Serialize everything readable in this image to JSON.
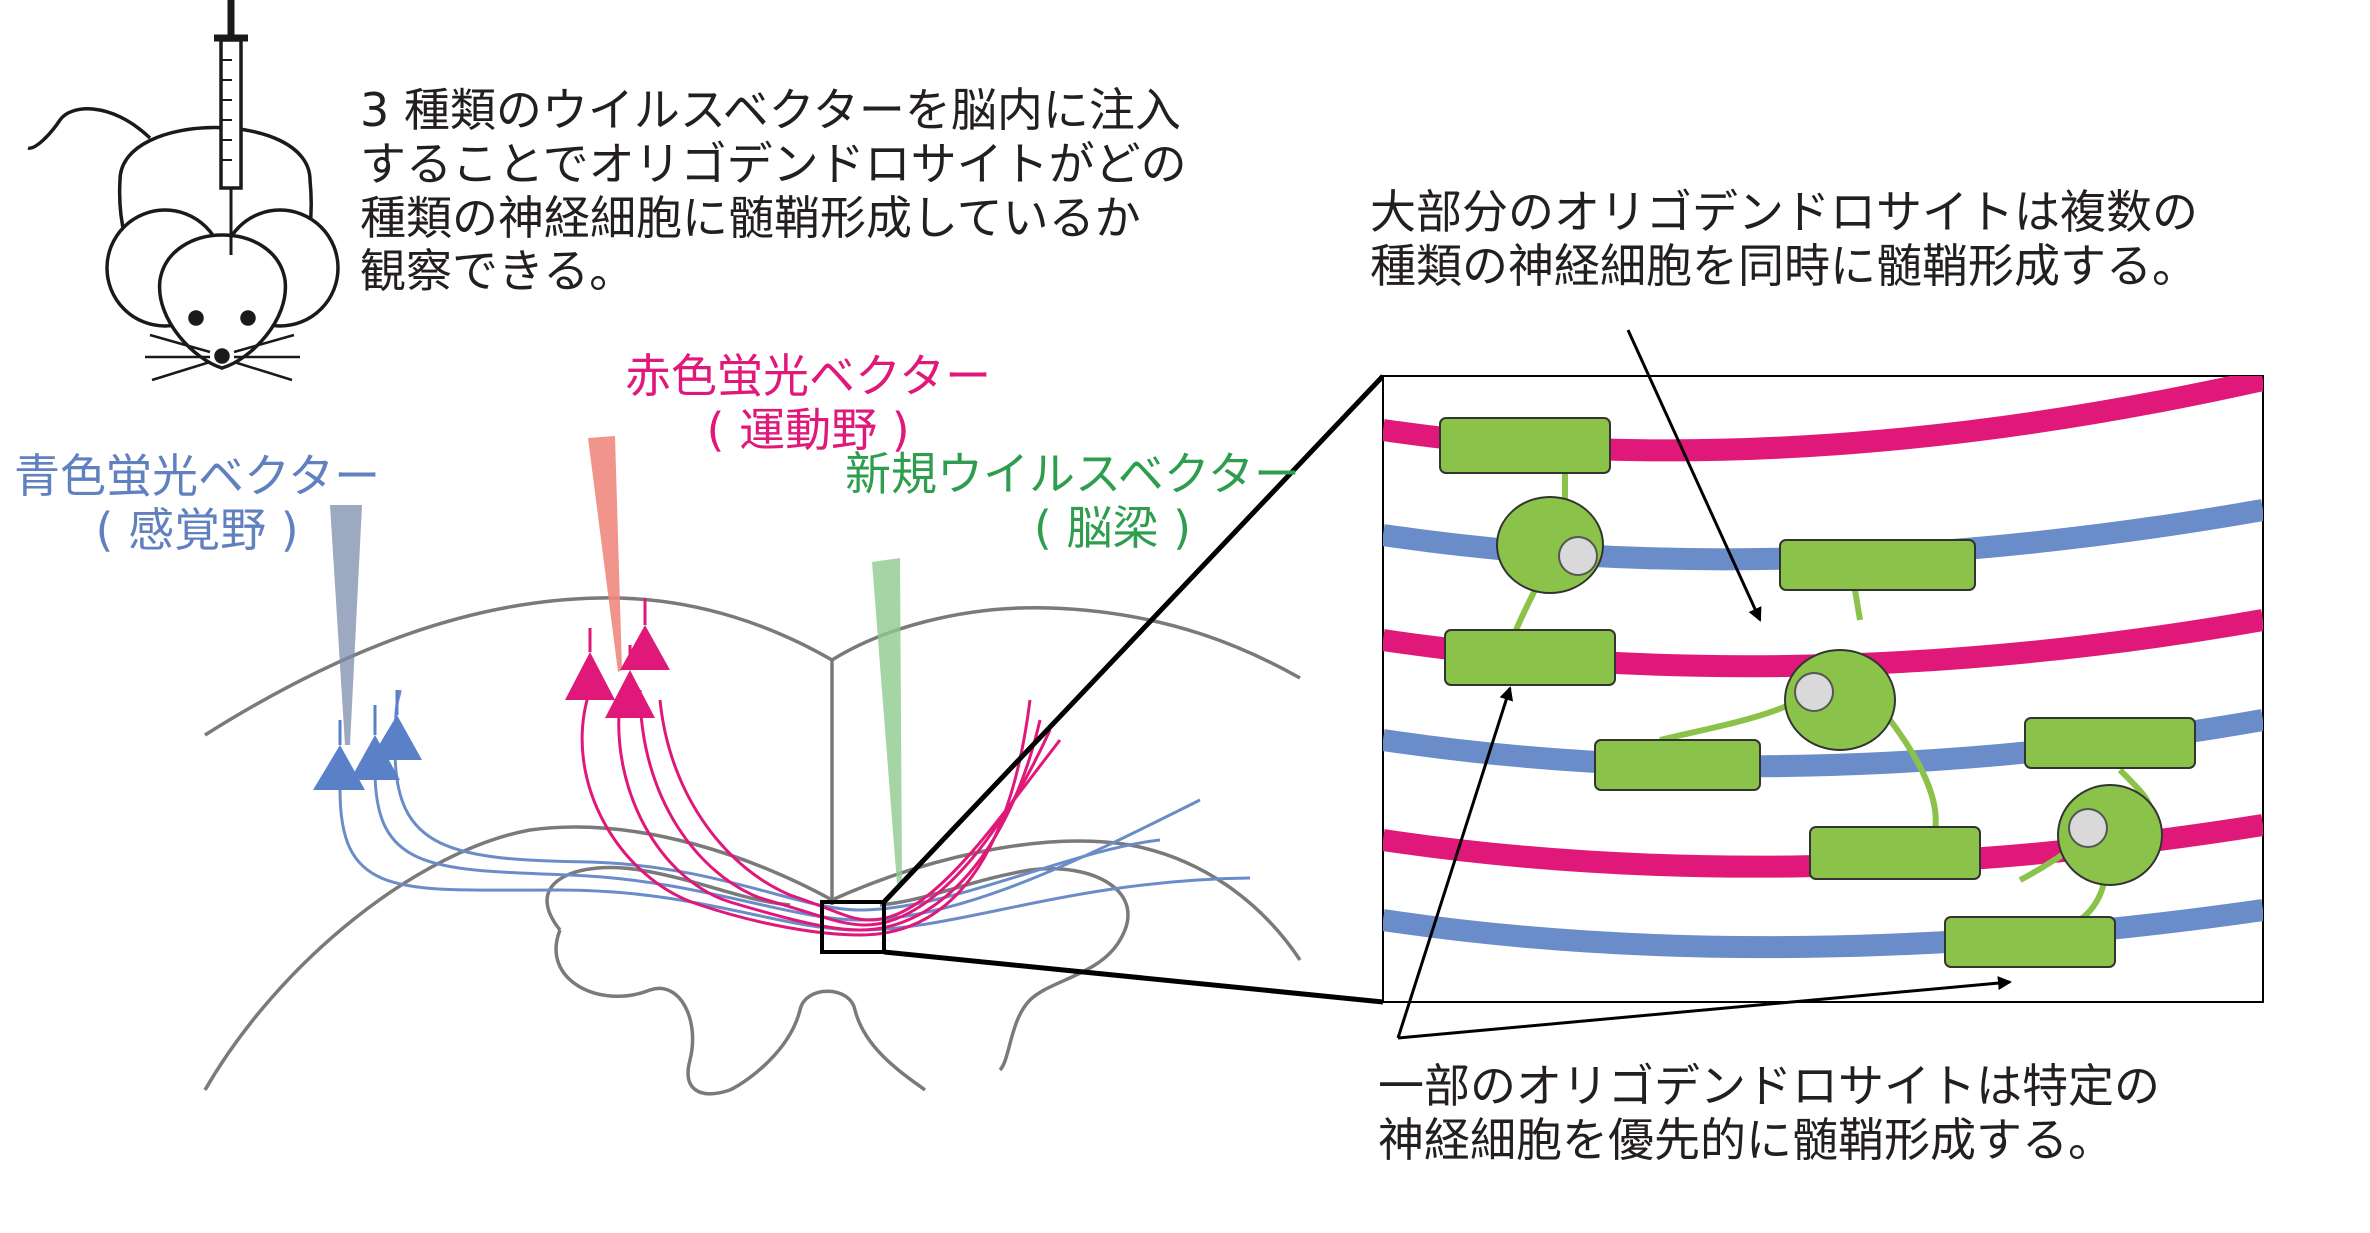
{
  "intro": {
    "lines": [
      "3 種類のウイルスベクターを脳内に注入",
      "することでオリゴデンドロサイトがどの",
      "種類の神経細胞に髄鞘形成しているか",
      "観察できる。"
    ]
  },
  "labels": {
    "blue_vector": "青色蛍光ベクター",
    "blue_region": "( 感覚野 )",
    "red_vector": "赤色蛍光ベクター",
    "red_region": "( 運動野 )",
    "green_vector": "新規ウイルスベクター",
    "green_region": "( 脳梁 )"
  },
  "right_top": {
    "lines": [
      "大部分のオリゴデンドロサイトは複数の",
      "種類の神経細胞を同時に髄鞘形成する。"
    ]
  },
  "bottom": {
    "lines": [
      "一部のオリゴデンドロサイトは特定の",
      "神経細胞を優先的に髄鞘形成する。"
    ]
  },
  "colors": {
    "blue_axon": "#6a8cc8",
    "red_axon": "#e0187a",
    "myelin_green": "#8bc34a",
    "outline_gray": "#7a7a7a",
    "text": "#231f20"
  },
  "icons": [
    "mouse-icon",
    "syringe-icon"
  ]
}
